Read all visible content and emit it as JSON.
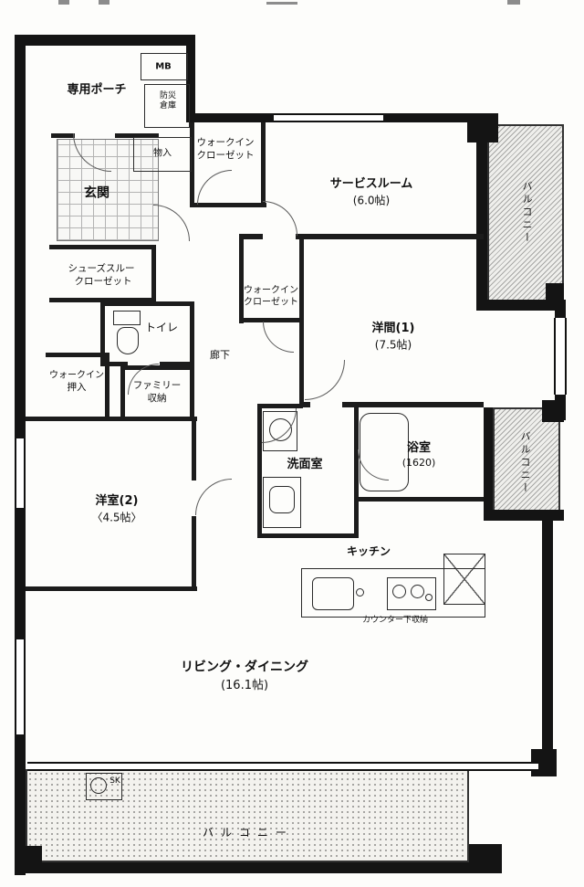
{
  "colors": {
    "wall": "#141414",
    "paper": "#fdfdfb"
  },
  "labels": {
    "mb": "MB",
    "porch": "専用ポーチ",
    "bousai_line1": "防災",
    "bousai_line2": "倉庫",
    "mono_ire": "物入",
    "genkan": "玄関",
    "wic1_line1": "ウォークイン",
    "wic1_line2": "クローゼット",
    "service_line1": "サービスルーム",
    "service_line2": "(6.0帖)",
    "balcony_right_upper": "バルコニー",
    "shoes_line1": "シューズスルー",
    "shoes_line2": "クローゼット",
    "wic2_line1": "ウォークイン",
    "wic2_line2": "クローゼット",
    "youma1_line1": "洋間(1)",
    "youma1_line2": "(7.5帖)",
    "toilet": "トイレ",
    "rouka": "廊下",
    "wi_oshiire_line1": "ウォークイン",
    "wi_oshiire_line2": "押入",
    "family_line1": "ファミリー",
    "family_line2": "収納",
    "senmen": "洗面室",
    "bath_line1": "浴室",
    "bath_line2": "(1620)",
    "youshitsu2_line1": "洋室(2)",
    "youshitsu2_line2": "〈4.5帖〉",
    "kitchen": "キッチン",
    "balcony_right_lower": "バルコニー",
    "counter_storage": "カウンター下収納",
    "living_line1": "リビング・ダイニング",
    "living_line2": "(16.1帖)",
    "balcony_bottom": "バルコニー",
    "sk": "SK"
  }
}
